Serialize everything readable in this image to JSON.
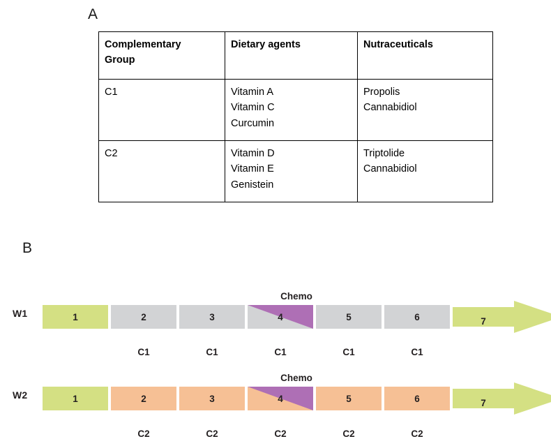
{
  "figure": {
    "panel_a_letter": "A",
    "panel_b_letter": "B"
  },
  "colors": {
    "green": "#d4e083",
    "gray": "#d2d3d5",
    "orange": "#f6c095",
    "purple": "#ae6fb5",
    "border": "#000000",
    "text": "#231f20"
  },
  "panel_a": {
    "table": {
      "headers": [
        "Complementary Group",
        "Dietary agents",
        "Nutraceuticals"
      ],
      "header_lines": [
        [
          "Complementary",
          "Group"
        ],
        [
          "Dietary agents"
        ],
        [
          "Nutraceuticals"
        ]
      ],
      "rows": [
        {
          "group": "C1",
          "dietary_agents": [
            "Vitamin A",
            "Vitamin C",
            "Curcumin"
          ],
          "nutraceuticals": [
            "Propolis",
            "Cannabidiol"
          ]
        },
        {
          "group": "C2",
          "dietary_agents": [
            "Vitamin D",
            "Vitamin E",
            "Genistein"
          ],
          "nutraceuticals": [
            "Triptolide",
            "Cannabidiol"
          ]
        }
      ]
    }
  },
  "panel_b": {
    "chemo_label": "Chemo",
    "timelines": [
      {
        "week_label": "W1",
        "blocks": [
          {
            "number": "1",
            "fill": "green",
            "sub": ""
          },
          {
            "number": "2",
            "fill": "gray",
            "sub": "C1"
          },
          {
            "number": "3",
            "fill": "gray",
            "sub": "C1"
          },
          {
            "number": "4",
            "fill": "gray",
            "sub": "C1",
            "chemo": true
          },
          {
            "number": "5",
            "fill": "gray",
            "sub": "C1"
          },
          {
            "number": "6",
            "fill": "gray",
            "sub": "C1"
          },
          {
            "number": "7",
            "fill": "green",
            "sub": "",
            "arrow": true
          }
        ]
      },
      {
        "week_label": "W2",
        "blocks": [
          {
            "number": "1",
            "fill": "green",
            "sub": ""
          },
          {
            "number": "2",
            "fill": "orange",
            "sub": "C2"
          },
          {
            "number": "3",
            "fill": "orange",
            "sub": "C2"
          },
          {
            "number": "4",
            "fill": "orange",
            "sub": "C2",
            "chemo": true
          },
          {
            "number": "5",
            "fill": "orange",
            "sub": "C2"
          },
          {
            "number": "6",
            "fill": "orange",
            "sub": "C2"
          },
          {
            "number": "7",
            "fill": "green",
            "sub": "",
            "arrow": true
          }
        ]
      }
    ]
  }
}
